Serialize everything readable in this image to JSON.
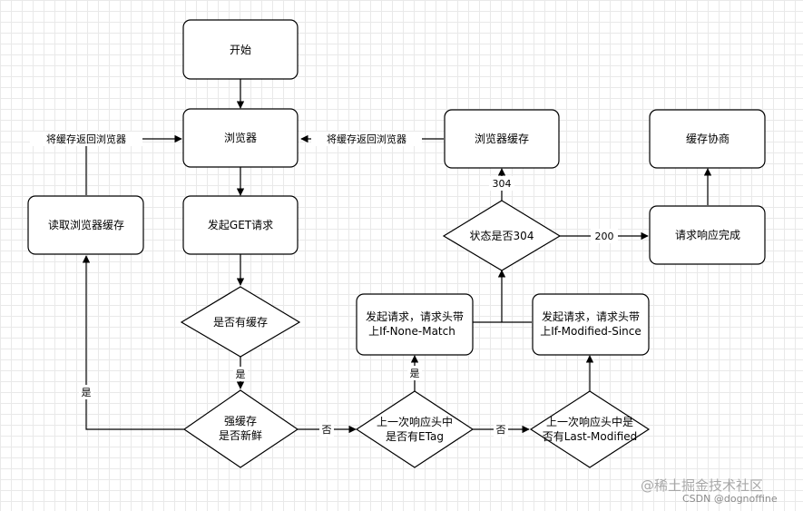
{
  "nodes": {
    "start": "开始",
    "browser": "浏览器",
    "browser_cache": "浏览器缓存",
    "negotiate_cache": "缓存协商",
    "read_browser_cache": "读取浏览器缓存",
    "send_get": "发起GET请求",
    "has_cache": "是否有缓存",
    "status_304": "状态是否304",
    "request_complete": "请求响应完成",
    "req_none_match_1": "发起请求，请求头带",
    "req_none_match_2": "上If-None-Match",
    "req_modified_since_1": "发起请求，请求头带",
    "req_modified_since_2": "上If-Modified-Since",
    "strong_cache_1": "强缓存",
    "strong_cache_2": "是否新鲜",
    "has_etag_1": "上一次响应头中",
    "has_etag_2": "是否有ETag",
    "has_last_modified_1": "上一次响应头中是",
    "has_last_modified_2": "否有Last-Modified"
  },
  "edge_labels": {
    "return_left": "将缓存返回浏览器",
    "return_mid": "将缓存返回浏览器",
    "code_304": "304",
    "code_200": "200",
    "yes_cache": "是",
    "yes_fresh": "是",
    "no_fresh": "否",
    "yes_etag": "是",
    "no_etag": "否"
  },
  "watermark": {
    "line1": "@稀土掘金技术社区",
    "line2": "CSDN @dognoffine"
  }
}
